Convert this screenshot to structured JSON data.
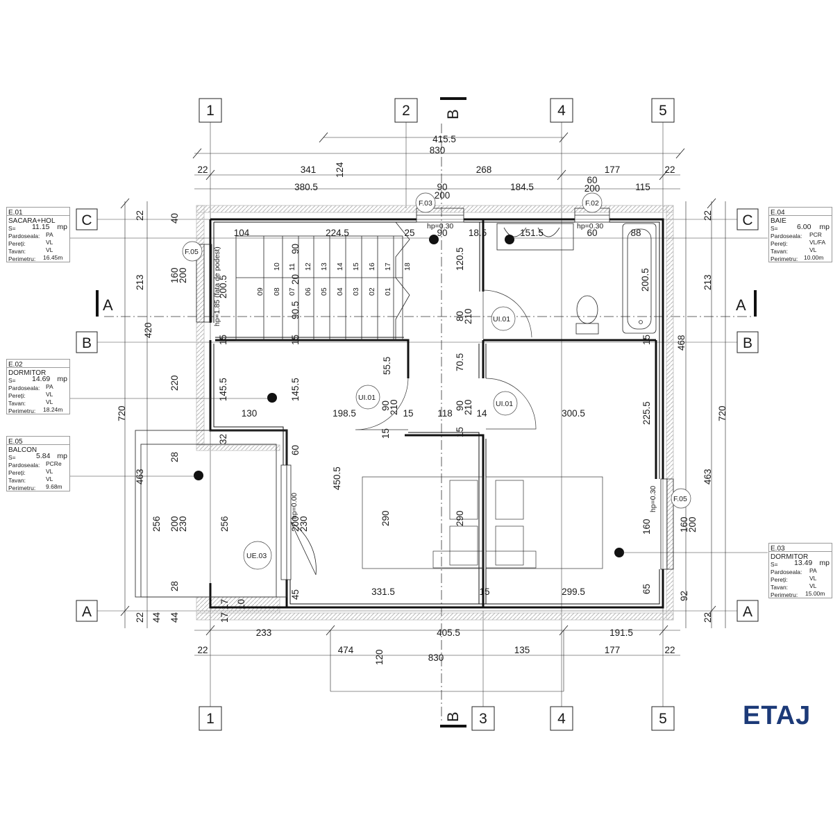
{
  "title": "ETAJ",
  "colors": {
    "title": "#1c3a78",
    "wall": "#1a1a1a",
    "line": "#1a1a1a",
    "hatch": "#b5b5b5"
  },
  "grid_axes": {
    "columns": [
      {
        "id": "col-1",
        "label": "1"
      },
      {
        "id": "col-2",
        "label": "2"
      },
      {
        "id": "col-3",
        "label": "3"
      },
      {
        "id": "col-4",
        "label": "4"
      },
      {
        "id": "col-5",
        "label": "5"
      }
    ],
    "rows": [
      "C",
      "B",
      "A"
    ],
    "sections": [
      "A",
      "B"
    ]
  },
  "rooms": [
    {
      "code": "E.01",
      "name": "SACARA+HOL",
      "area": "11.15",
      "unit": "mp",
      "s_label": "S=",
      "rows": [
        {
          "k": "Pardoseala:",
          "v": "PA"
        },
        {
          "k": "Pereți:",
          "v": "VL"
        },
        {
          "k": "Tavan:",
          "v": "VL"
        },
        {
          "k": "Perimetru:",
          "v": "16.45m"
        }
      ]
    },
    {
      "code": "E.02",
      "name": "DORMITOR",
      "area": "14.69",
      "unit": "mp",
      "s_label": "S=",
      "rows": [
        {
          "k": "Pardoseala:",
          "v": "PA"
        },
        {
          "k": "Pereți:",
          "v": "VL"
        },
        {
          "k": "Tavan:",
          "v": "VL"
        },
        {
          "k": "Perimetru:",
          "v": "18.24m"
        }
      ]
    },
    {
      "code": "E.05",
      "name": "BALCON",
      "area": "5.84",
      "unit": "mp",
      "s_label": "S=",
      "rows": [
        {
          "k": "Pardoseala:",
          "v": "PCRe"
        },
        {
          "k": "Pereți:",
          "v": "VL"
        },
        {
          "k": "Tavan:",
          "v": "VL"
        },
        {
          "k": "Perimetru:",
          "v": "9.68m"
        }
      ]
    },
    {
      "code": "E.04",
      "name": "BAIE",
      "area": "6.00",
      "unit": "mp",
      "s_label": "S=",
      "rows": [
        {
          "k": "Pardoseala:",
          "v": "PCR"
        },
        {
          "k": "Pereți:",
          "v": "VL/FA"
        },
        {
          "k": "Tavan:",
          "v": "VL"
        },
        {
          "k": "Perimetru:",
          "v": "10.00m"
        }
      ]
    },
    {
      "code": "E.03",
      "name": "DORMITOR",
      "area": "13.49",
      "unit": "mp",
      "s_label": "S=",
      "rows": [
        {
          "k": "Pardoseala:",
          "v": "PA"
        },
        {
          "k": "Pereți:",
          "v": "VL"
        },
        {
          "k": "Tavan:",
          "v": "VL"
        },
        {
          "k": "Perimetru:",
          "v": "15.00m"
        }
      ]
    }
  ],
  "elements": {
    "windows": [
      "F.03",
      "F.02",
      "F.05",
      "F.05"
    ],
    "doors": [
      "UI.01",
      "UI.01",
      "UI.01",
      "UE.03"
    ],
    "hp": [
      "hp=0.30",
      "hp=0.30",
      "hp=1.85 (fata de podest)",
      "hp=0.00",
      "hp=0.30"
    ],
    "stairs": [
      "01",
      "02",
      "03",
      "04",
      "05",
      "06",
      "07",
      "08",
      "09",
      "10",
      "11",
      "12",
      "13",
      "14",
      "15",
      "16",
      "17",
      "18"
    ]
  },
  "dimensions": {
    "top": [
      "415.5",
      "830",
      "22",
      "341",
      "124",
      "268",
      "177",
      "22",
      "380.5",
      "90",
      "200",
      "184.5",
      "60",
      "200",
      "115",
      "F.03",
      "F.02"
    ],
    "bottom": [
      "233",
      "405.5",
      "191.5",
      "22",
      "474",
      "135",
      "177",
      "22",
      "120",
      "830"
    ],
    "left": [
      "22",
      "40",
      "213",
      "160",
      "200",
      "420",
      "220",
      "720",
      "463",
      "28",
      "256",
      "200",
      "230",
      "256",
      "28",
      "22",
      "44",
      "44"
    ],
    "right": [
      "22",
      "213",
      "468",
      "720",
      "463",
      "92",
      "22",
      "160",
      "200"
    ],
    "interior": [
      "104",
      "224.5",
      "25",
      "90",
      "18.5",
      "151.5",
      "60",
      "88",
      "120.5",
      "80",
      "210",
      "200.5",
      "200.5",
      "90.5",
      "20",
      "90",
      "55.5",
      "70.5",
      "145.5",
      "145.5",
      "130",
      "198.5",
      "90",
      "210",
      "15",
      "118",
      "90",
      "210",
      "14",
      "300.5",
      "225.5",
      "32",
      "60",
      "15",
      "15",
      "450.5",
      "290",
      "290",
      "160",
      "200",
      "230",
      "331.5",
      "15",
      "299.5",
      "65",
      "45",
      "17",
      "10",
      "17",
      "15",
      "15",
      "15"
    ]
  }
}
